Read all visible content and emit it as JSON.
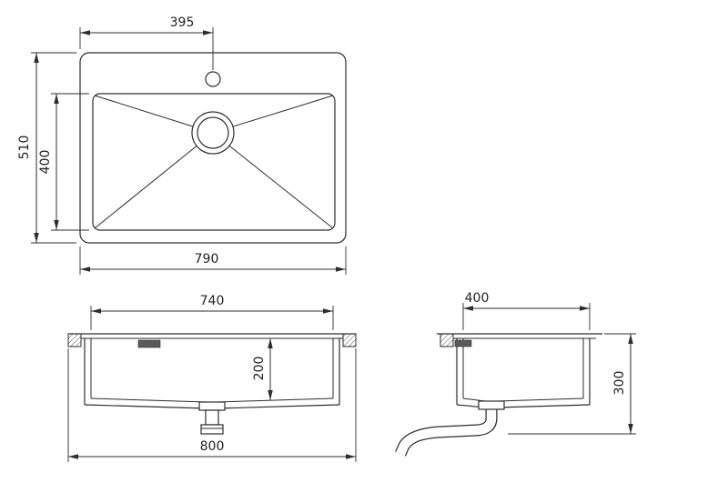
{
  "drawing": {
    "title": "Kitchen sink technical drawing, three views with dimensions",
    "accent_color": "#2d2d2d",
    "dimensions": {
      "top_view": {
        "faucet_offset": "395",
        "outer_depth": "510",
        "bowl_depth": "400",
        "outer_width": "790"
      },
      "front_view": {
        "bowl_width": "740",
        "bowl_height": "200",
        "overall_width": "800"
      },
      "side_view": {
        "top_width": "400",
        "overall_height": "300"
      }
    }
  }
}
